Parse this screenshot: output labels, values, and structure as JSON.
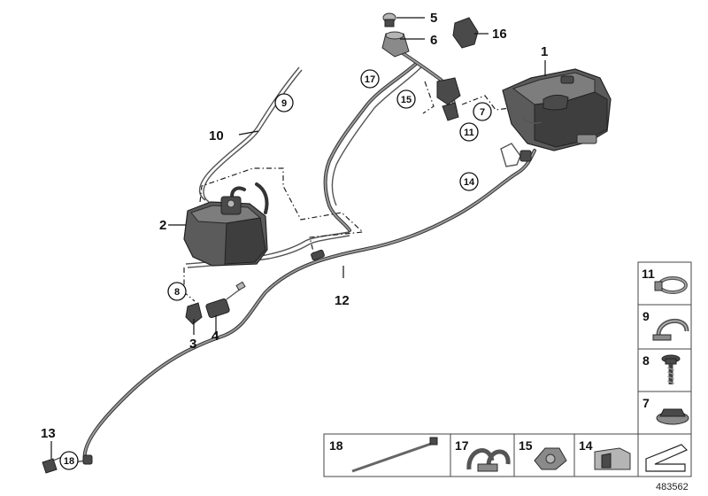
{
  "callouts": {
    "n1": "1",
    "n2": "2",
    "n3": "3",
    "n4": "4",
    "n5": "5",
    "n6": "6",
    "n7": "7",
    "n8": "8",
    "n9": "9",
    "n10": "10",
    "n11": "11",
    "n12": "12",
    "n13": "13",
    "n14": "14",
    "n15": "15",
    "n16": "16",
    "n17": "17",
    "n18": "18"
  },
  "legend": {
    "box_11": "11",
    "box_9": "9",
    "box_8": "8",
    "box_7": "7",
    "box_18": "18",
    "box_17": "17",
    "box_15": "15",
    "box_14": "14"
  },
  "image_id": "483562"
}
